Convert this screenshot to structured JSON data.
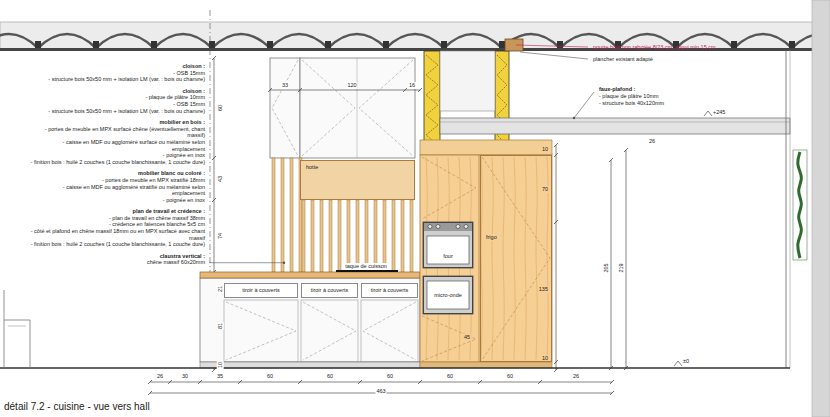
{
  "diagram": {
    "caption": "détail 7.2 - cuisine - vue vers hall",
    "nodes": [
      {
        "text": [
          "hotte"
        ]
      },
      {
        "text": [
          "four"
        ]
      },
      {
        "text": [
          "micro-onde"
        ]
      },
      {
        "text": [
          "tiroir à couverts"
        ]
      },
      {
        "text": [
          "tiroir à couverts"
        ]
      },
      {
        "text": [
          "tiroir à couverts"
        ]
      },
      {
        "text": [
          "frigo"
        ]
      }
    ],
    "labels": [
      "cloison :",
      "- OSB 15mm",
      "- structure bois 50x50 mm + isolation LM (var. : bois ou chanvre)",
      "cloison :",
      "- plaque de plâtre 10mm",
      "- OSB 15mm",
      "- structure bois 50x50 mm + isolation LM (var. : bois ou chanvre)",
      "mobilier en bois :",
      "- portes de meuble en MPX surfacé chêne (éventuellement, chant massif)",
      "- caisse en MDF ou aggloméré surfacé ou mélaminé selon emplacement",
      "- poignée en inox",
      "- finition bois : huilé 2 couches (1 couche blanchissante, 1 couche dure)",
      "mobilier blanc ou coloré :",
      "- portes de meuble en MPX stratifié 18mm",
      "- caisse en MDF ou aggloméré stratifié ou mélaminé selon emplacement",
      "- poignée en inox",
      "plan de travail et crédence :",
      "- plan de travail en chêne massif 38mm",
      "- crédence en faïences blanche 5x5 cm",
      "- côté et plafond en chêne massif 18mm ou en MPX surfacé avec chant massif",
      "- finition bois : huilé 2 couches (1 couche blanchissante, 1 couche dure)",
      "claustra vertical :",
      "chêne massif 60x20mm",
      "poutre bois non rabotée 8/23 cm, appui min 15 cm",
      "plancher existant adapté",
      "faux-plafond :",
      "- plaque de plâtre 10mm",
      "- structure bois 40x120mm",
      "+245",
      "taque de cuisson",
      "33",
      "120",
      "16",
      "60",
      "43",
      "74",
      "21",
      "81",
      "10",
      "10",
      "70",
      "135",
      "45",
      "10",
      "26",
      "205",
      "219",
      "±0",
      "26",
      "30",
      "35",
      "60",
      "60",
      "60",
      "60",
      "60",
      "26",
      "463"
    ]
  }
}
